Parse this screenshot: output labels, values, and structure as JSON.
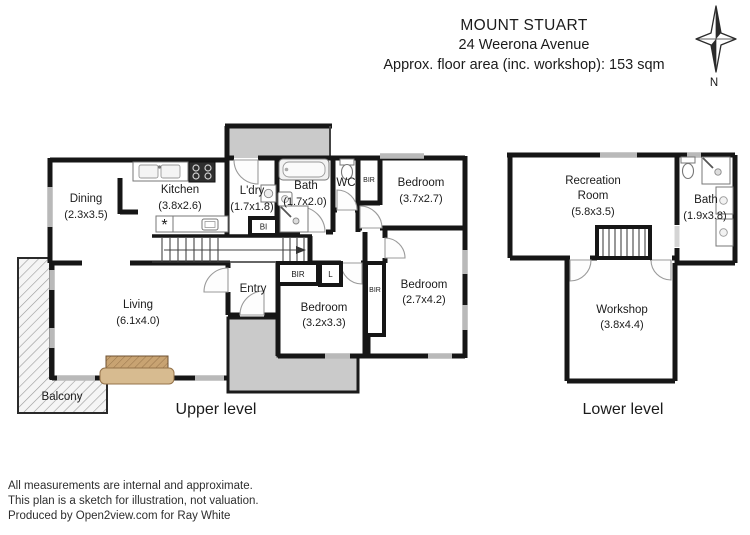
{
  "header": {
    "title": "MOUNT STUART",
    "address": "24 Weerona Avenue",
    "area_note": "Approx. floor area (inc. workshop): 153 sqm"
  },
  "compass": {
    "north": "N"
  },
  "upper": {
    "caption": "Upper level",
    "rooms": {
      "dining": {
        "name": "Dining",
        "dims": "(2.3x3.5)"
      },
      "kitchen": {
        "name": "Kitchen",
        "dims": "(3.8x2.6)"
      },
      "laundry": {
        "name": "L'dry",
        "dims": "(1.7x1.8)"
      },
      "bath": {
        "name": "Bath",
        "dims": "(1.7x2.0)"
      },
      "wc": {
        "name": "WC"
      },
      "bedroom1": {
        "name": "Bedroom",
        "dims": "(3.7x2.7)"
      },
      "bedroom2": {
        "name": "Bedroom",
        "dims": "(2.7x4.2)"
      },
      "bedroom3": {
        "name": "Bedroom",
        "dims": "(3.2x3.3)"
      },
      "living": {
        "name": "Living",
        "dims": "(6.1x4.0)"
      },
      "entry": {
        "name": "Entry"
      },
      "balcony": {
        "name": "Balcony"
      }
    },
    "closets": {
      "bir_top": "BIR",
      "bir_box": "BIR",
      "bir_strip": "BIR",
      "linen": "L",
      "builtin": "BI"
    },
    "icons": {
      "kitchen_star": "*"
    }
  },
  "lower": {
    "caption": "Lower level",
    "rooms": {
      "recreation": {
        "name_line1": "Recreation",
        "name_line2": "Room",
        "dims": "(5.8x3.5)"
      },
      "bath": {
        "name": "Bath",
        "dims": "(1.9x3.8)"
      },
      "workshop": {
        "name": "Workshop",
        "dims": "(3.8x4.4)"
      }
    }
  },
  "footer": {
    "line1": "All measurements are internal and approximate.",
    "line2": "This plan is a sketch for illustration, not valuation.",
    "line3": "Produced by Open2view.com for Ray White"
  },
  "colors": {
    "wall": "#161616",
    "window": "#b9b9b9",
    "deck": "#cacaca",
    "couch_seat": "#d7bb90"
  }
}
